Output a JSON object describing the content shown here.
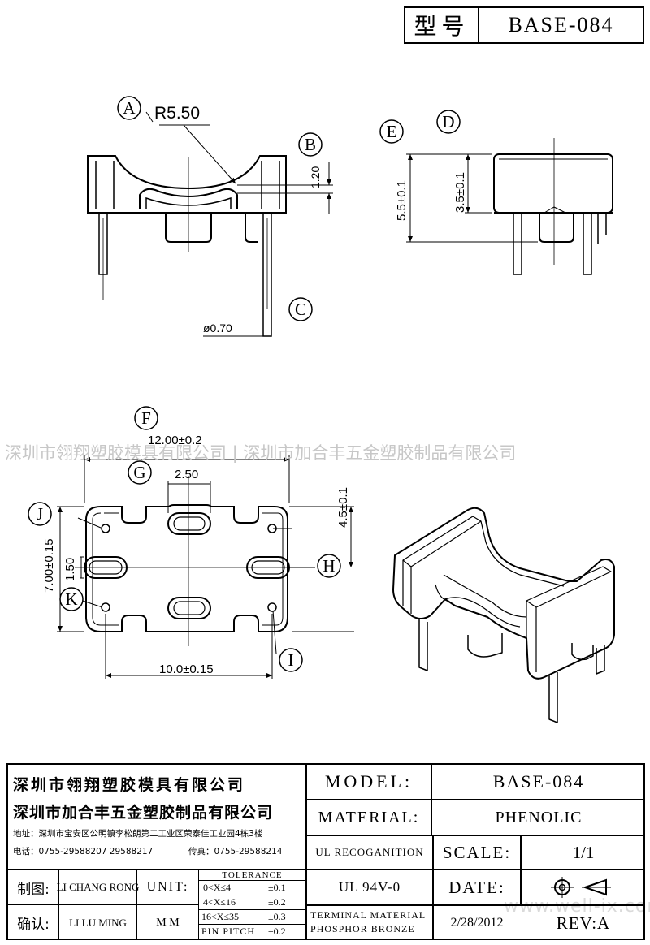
{
  "header": {
    "model_label": "型号",
    "model_value": "BASE-084"
  },
  "watermark": {
    "company_banner": "深圳市翎翔塑胶模具有限公司 | 深圳市加合丰五金塑胶制品有限公司",
    "site": "www.well-ix.com"
  },
  "drawing": {
    "callouts": [
      "A",
      "B",
      "C",
      "D",
      "E",
      "F",
      "G",
      "H",
      "I",
      "J",
      "K"
    ],
    "dims": {
      "radius": "R5.50",
      "thickness": "1.20",
      "pin_dia": "ø0.70",
      "height_total": "5.5±0.1",
      "height_body": "3.5±0.1",
      "width": "12.00±0.2",
      "slot_pitch": "2.50",
      "half_depth": "4.5±0.1",
      "depth": "7.00±0.15",
      "slot_width": "1.50",
      "pin_span": "10.0±0.15"
    }
  },
  "title_block": {
    "company_cn_1": "深圳市翎翔塑胶模具有限公司",
    "company_cn_2": "深圳市加合丰五金塑胶制品有限公司",
    "address": "地址：深圳市宝安区公明镇李松朗第二工业区荣泰佳工业园4栋3楼",
    "phone": "电话：0755-29588207  29588217",
    "fax": "传真：0755-29588214",
    "drawn_label": "制图:",
    "drawn_name": "LI CHANG RONG",
    "unit_label": "UNIT:",
    "unit_value": "M M",
    "check_label": "确认:",
    "check_name": "LI LU MING",
    "tolerance_title": "TOLERANCE",
    "tolerance_rows": [
      {
        "range": "0<X≤4",
        "tol": "±0.1"
      },
      {
        "range": "4<X≤16",
        "tol": "±0.2"
      },
      {
        "range": "16<X≤35",
        "tol": "±0.3"
      },
      {
        "range": "PIN PITCH",
        "tol": "±0.2"
      }
    ],
    "model_label": "MODEL:",
    "model_value": "BASE-084",
    "material_label": "MATERIAL:",
    "material_value": "PHENOLIC",
    "ul_label": "UL RECOGANITION",
    "ul_value": "UL 94V-0",
    "scale_label": "SCALE:",
    "scale_value": "1/1",
    "date_label": "DATE:",
    "terminal_line1": "TERMINAL MATERIAL",
    "terminal_line2": "PHOSPHOR  BRONZE",
    "date_value": "2/28/2012",
    "rev_value": "REV:A"
  }
}
